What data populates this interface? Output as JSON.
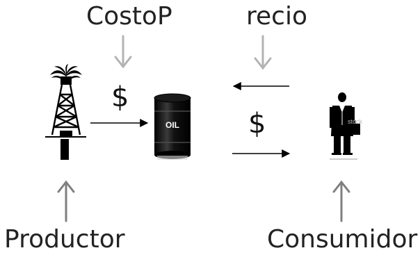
{
  "labels": {
    "costo": "CostoP",
    "recio": "recio",
    "productor": "Productor",
    "consumidor": "Consumidor"
  },
  "symbols": {
    "dollar_top": "$",
    "dollar_mid": "$"
  },
  "barrel": {
    "label": "OIL"
  },
  "watermark": {
    "text": "stock"
  },
  "icons": [
    "oil-derrick-icon",
    "oil-barrel-icon",
    "businessman-icon"
  ],
  "colors": {
    "text": "#222222",
    "grey_arrow": "#b3b3b3",
    "dark_arrow": "#7f7f7f",
    "black": "#000000"
  }
}
